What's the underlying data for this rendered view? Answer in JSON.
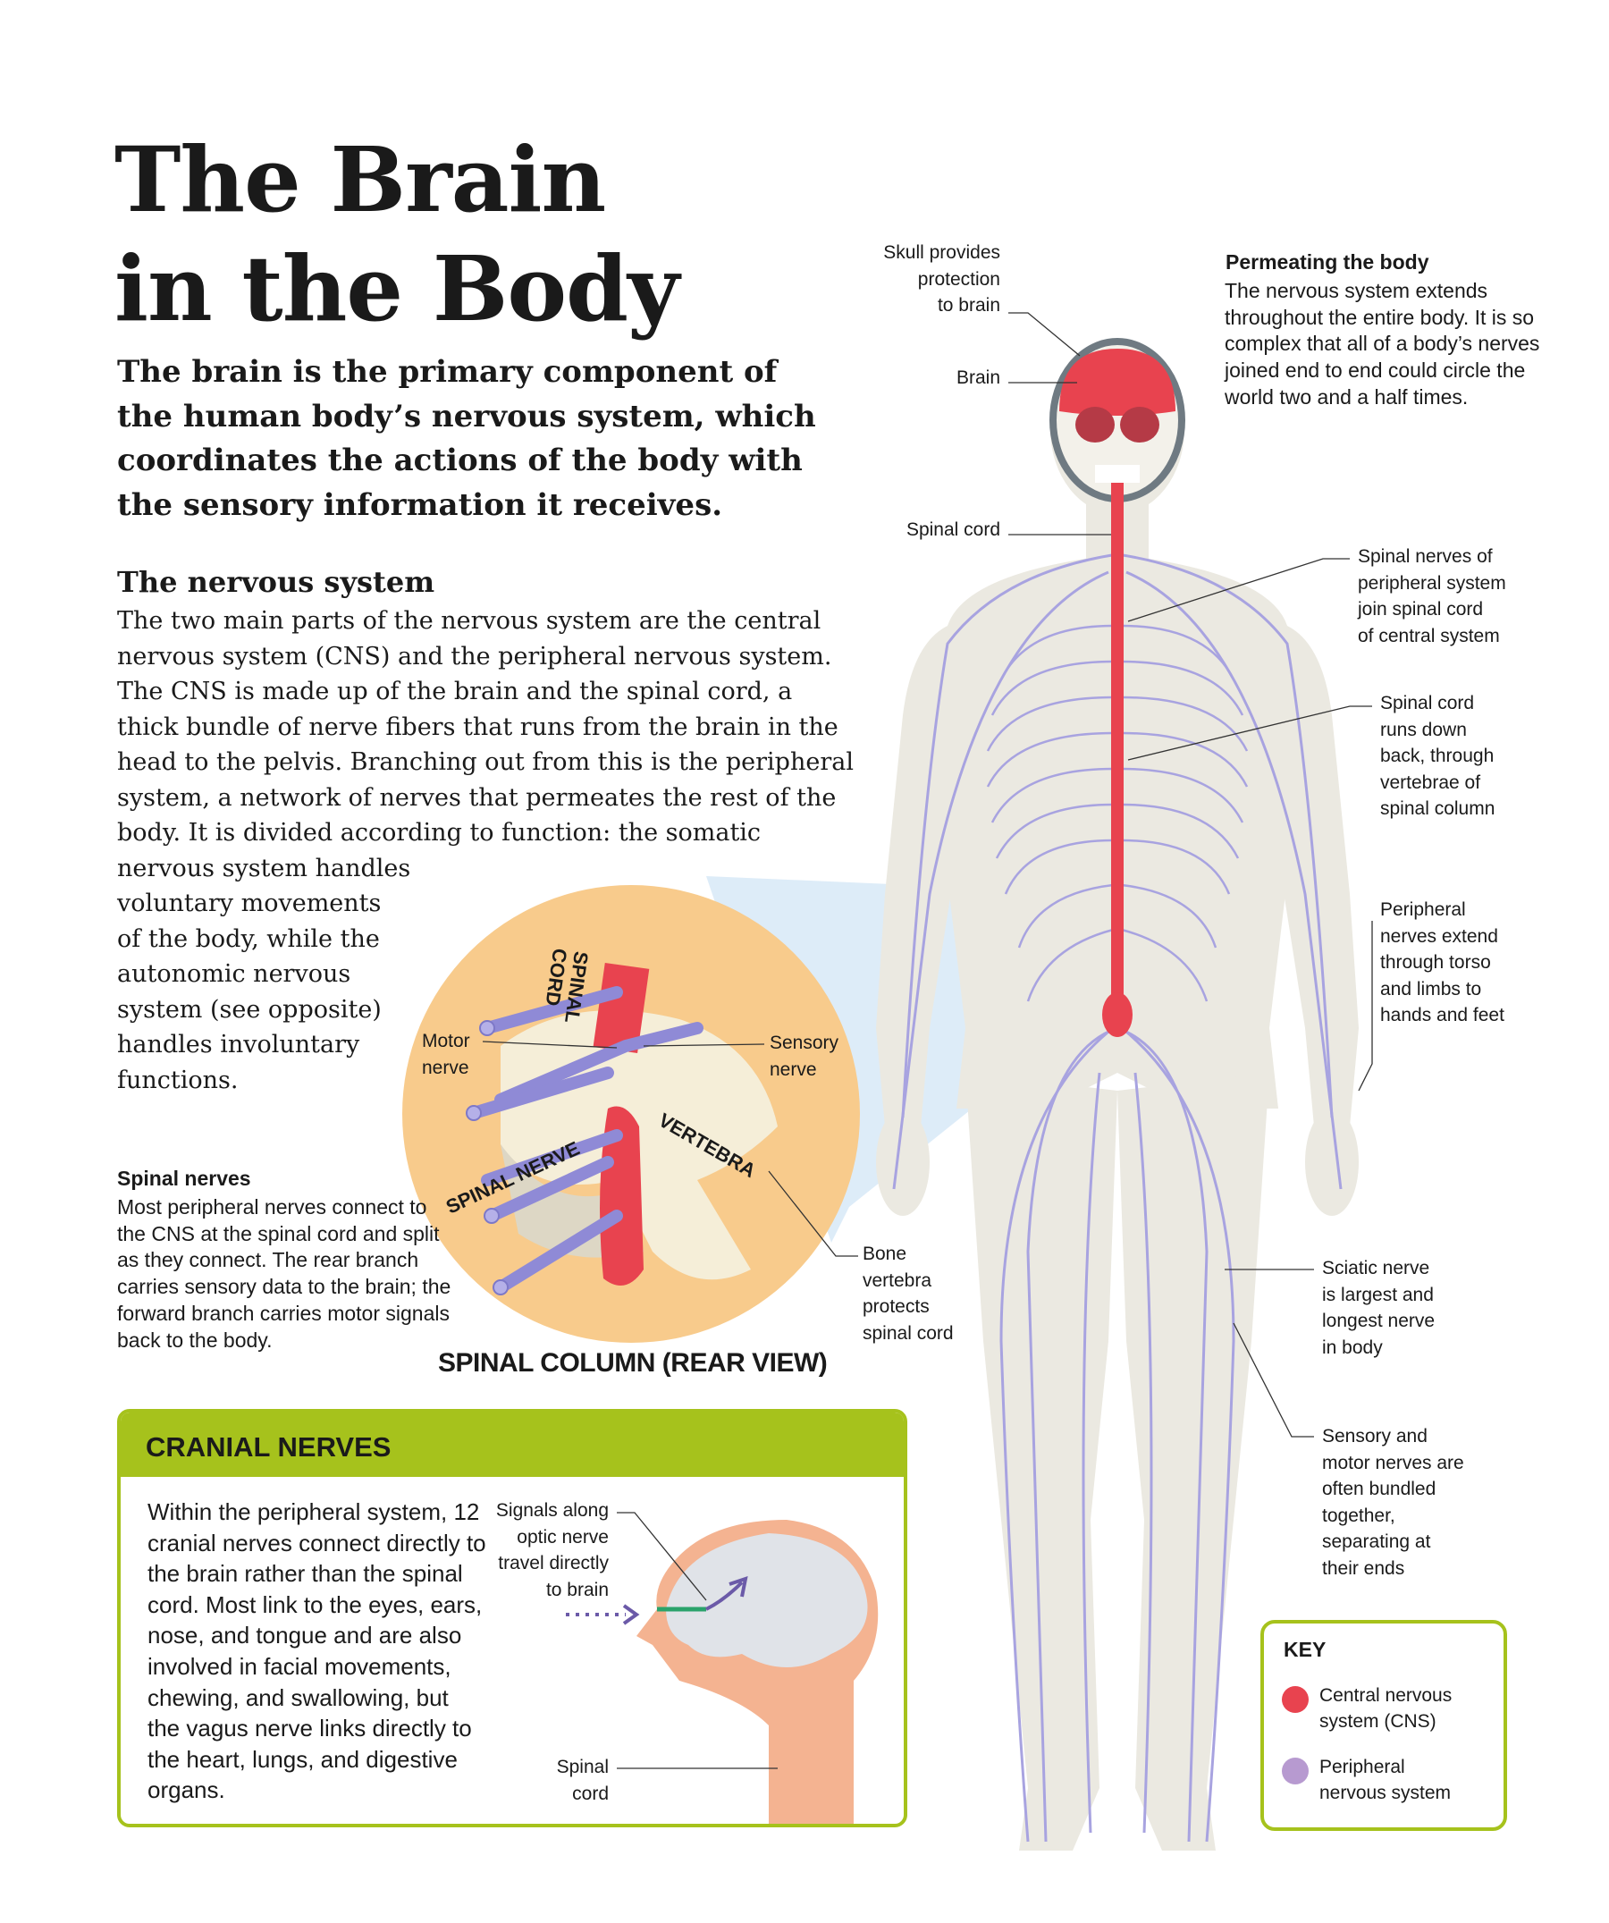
{
  "title": {
    "line1": "The Brain",
    "line2": "in the Body"
  },
  "lede": "The brain is the primary component of the human body’s nervous system, which coordinates the actions of the body with the sensory information it receives.",
  "nervous_system": {
    "heading": "The nervous system",
    "lines": [
      "The two main parts of the nervous system are the central",
      "nervous system (CNS) and the peripheral nervous system.",
      "The CNS is made up of the brain and the spinal cord, a",
      "thick bundle of nerve fibers that runs from the brain in the",
      "head to the pelvis. Branching out from this is the peripheral",
      "system, a network of nerves that permeates the rest of the",
      "body. It is divided according to function: the somatic",
      "nervous system handles",
      "voluntary movements",
      "of the body, while the",
      "autonomic nervous",
      "system (see opposite)",
      "handles involuntary",
      "functions."
    ]
  },
  "spinal_nerves": {
    "heading": "Spinal nerves",
    "body": "Most peripheral nerves connect to the CNS at the spinal cord and split as they connect. The rear branch carries sensory data to the brain; the forward branch carries motor signals back to the body."
  },
  "spinal_column": {
    "caption": "SPINAL COLUMN (REAR VIEW)",
    "spinal_cord_label": "SPINAL\nCORD",
    "spinal_nerve_label": "SPINAL NERVE",
    "vertebra_label": "VERTEBRA",
    "motor_nerve": "Motor\nnerve",
    "sensory_nerve": "Sensory\nnerve",
    "bone_vertebra": "Bone\nvertebra\nprotects\nspinal cord"
  },
  "body_labels": {
    "skull": "Skull provides\nprotection\nto brain",
    "brain": "Brain",
    "spinal_cord": "Spinal cord",
    "spinal_nerves_join": "Spinal nerves of\nperipheral system\njoin spinal cord\nof central system",
    "spinal_cord_runs": "Spinal cord\nruns down\nback, through\nvertebrae of\nspinal column",
    "peripheral_extend": "Peripheral\nnerves extend\nthrough torso\nand limbs to\nhands and feet",
    "sciatic": "Sciatic nerve\nis largest and\nlongest nerve\nin body",
    "bundled": "Sensory and\nmotor nerves are\noften bundled\ntogether,\nseparating at\ntheir ends"
  },
  "permeating": {
    "heading": "Permeating the body",
    "body": "The nervous system extends throughout the entire body. It is so complex that all of a body’s nerves joined end to end could circle the world two and a half times."
  },
  "cranial": {
    "heading": "CRANIAL NERVES",
    "body": "Within the peripheral system, 12 cranial nerves connect directly to the brain rather than the spinal cord. Most link to the eyes, ears, nose, and tongue and are also involved in facial movements, chewing, and swallowing, but the vagus nerve links directly to the heart, lungs, and digestive organs.",
    "signals_label": "Signals along\noptic nerve\ntravel directly\nto brain",
    "spinal_cord_label": "Spinal\ncord"
  },
  "key": {
    "heading": "KEY",
    "items": [
      {
        "label": "Central nervous\nsystem (CNS)",
        "color": "#e8434f"
      },
      {
        "label": "Peripheral\nnervous system",
        "color": "#b79ad0"
      }
    ]
  },
  "colors": {
    "accent_green": "#a6c21c",
    "cns_red": "#e8434f",
    "pns_purple": "#a8a3e0",
    "body_gray": "#eceae2",
    "circle_orange": "#f8cb8c"
  }
}
